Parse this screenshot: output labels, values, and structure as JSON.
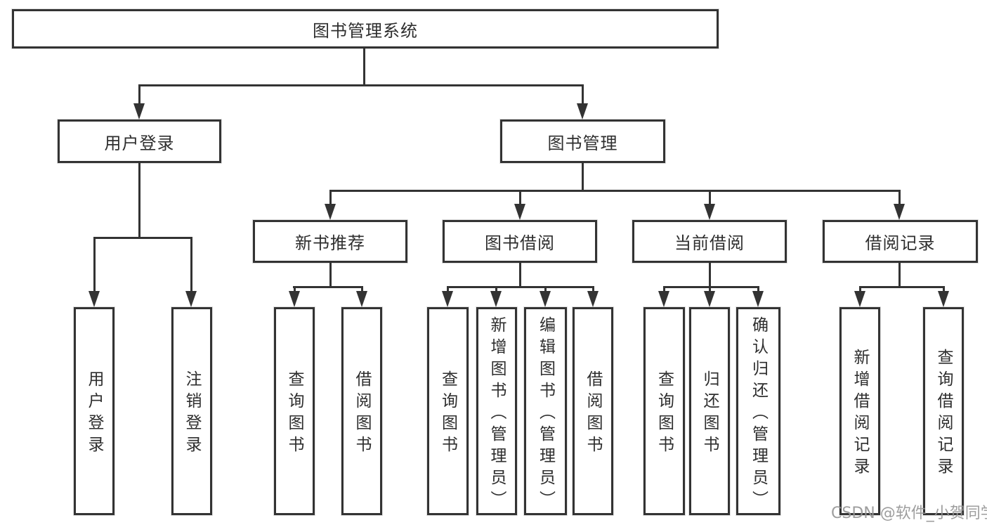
{
  "tree": {
    "label": "图书管理系统",
    "children": [
      {
        "label": "用户登录",
        "children": [
          {
            "label": "用户登录"
          },
          {
            "label": "注销登录"
          }
        ]
      },
      {
        "label": "图书管理",
        "children": [
          {
            "label": "新书推荐",
            "children": [
              {
                "label": "查询图书"
              },
              {
                "label": "借阅图书"
              }
            ]
          },
          {
            "label": "图书借阅",
            "children": [
              {
                "label": "查询图书"
              },
              {
                "label": "新增图书（管理员）"
              },
              {
                "label": "编辑图书（管理员）"
              },
              {
                "label": "借阅图书"
              }
            ]
          },
          {
            "label": "当前借阅",
            "children": [
              {
                "label": "查询图书"
              },
              {
                "label": "归还图书"
              },
              {
                "label": "确认归还（管理员）"
              }
            ]
          },
          {
            "label": "借阅记录",
            "children": [
              {
                "label": "新增借阅记录"
              },
              {
                "label": "查询借阅记录"
              }
            ]
          }
        ]
      }
    ]
  },
  "watermark": {
    "text": "CSDN @软件_小贺同学"
  },
  "colors": {
    "line": "#333333",
    "text": "#2e2e2e",
    "watermark": "#969696",
    "background": "#ffffff"
  }
}
